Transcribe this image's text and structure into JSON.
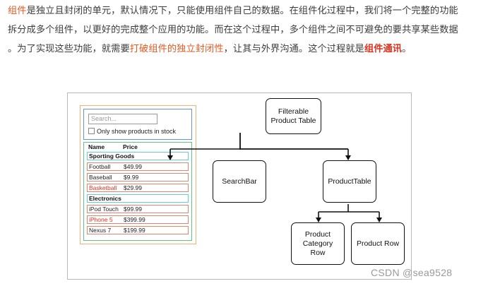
{
  "paragraph": {
    "term": "组件",
    "line1_rest": "是独立且封闭的单元，默认情况下，只能使用组件自己的数据。在组件化过程中，我们将一个完整的功能",
    "line2": "拆分成多个组件，以更好的完成整个应用的功能。而在这个过程中，多个组件之间不可避免的要共享某些数据",
    "line3_start": "。为了实现这些功能，就需要",
    "highlight1": "打破组件的独立封闭性",
    "line3_mid": "，让其与外界沟通。这个过程就是",
    "highlight2": "组件通讯",
    "line3_end": "。"
  },
  "mockup": {
    "search_placeholder": "Search...",
    "checkbox_label": "Only show products in stock",
    "columns": [
      "Name",
      "Price"
    ],
    "categories": [
      {
        "name": "Sporting Goods",
        "products": [
          {
            "name": "Football",
            "price": "$49.99",
            "stocked": true
          },
          {
            "name": "Baseball",
            "price": "$9.99",
            "stocked": true
          },
          {
            "name": "Basketball",
            "price": "$29.99",
            "stocked": false
          }
        ]
      },
      {
        "name": "Electronics",
        "products": [
          {
            "name": "iPod Touch",
            "price": "$99.99",
            "stocked": true
          },
          {
            "name": "iPhone 5",
            "price": "$399.99",
            "stocked": false
          },
          {
            "name": "Nexus 7",
            "price": "$199.99",
            "stocked": true
          }
        ]
      }
    ]
  },
  "tree": {
    "root": "Filterable Product Table",
    "search_bar": "SearchBar",
    "product_table": "ProductTable",
    "category_row": "Product Category Row",
    "product_row": "Product Row"
  },
  "watermark": "CSDN @sea9528",
  "colors": {
    "highlight_orange": "#e05a24",
    "highlight_red": "#e0301e",
    "frame_orange": "#f2b179",
    "frame_blue": "#6f8fd6",
    "frame_green": "#5fc68a",
    "frame_cyan": "#5fd0d8",
    "frame_red": "#e08570"
  }
}
